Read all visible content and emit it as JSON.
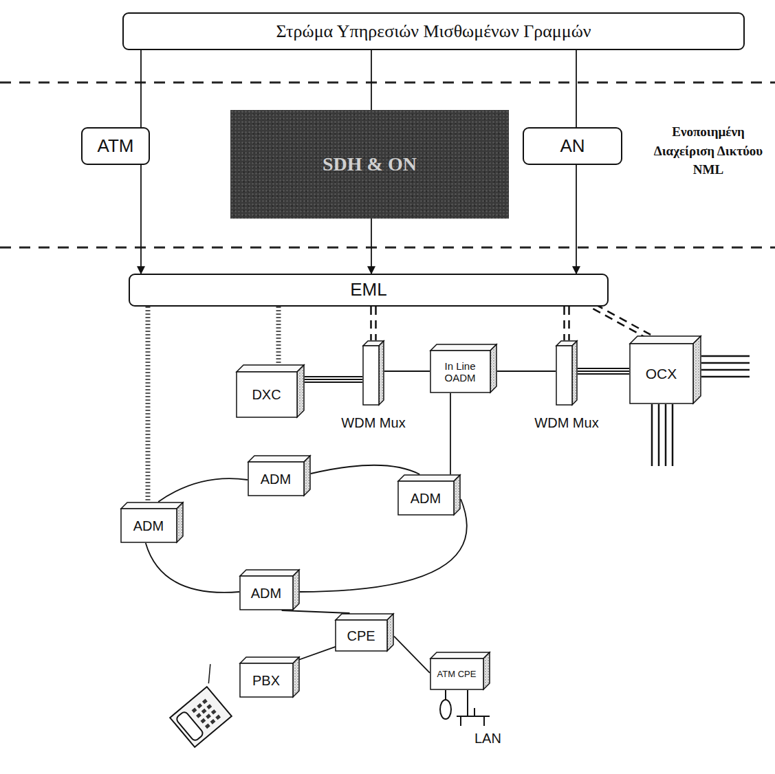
{
  "diagram": {
    "nodes": [
      {
        "text": [
          "Στρώμα Υπηρεσιών Μισθωμένων Γραμμών"
        ]
      },
      {
        "text": [
          "ATM"
        ]
      },
      {
        "text": [
          "SDH & ON"
        ]
      },
      {
        "text": [
          "AN"
        ]
      },
      {
        "text": [
          "EML"
        ]
      },
      {
        "text": [
          "DXC"
        ]
      },
      {
        "text": [
          "WDM Mux"
        ]
      },
      {
        "text": [
          "In Line OADM"
        ]
      },
      {
        "text": [
          "WDM Mux"
        ]
      },
      {
        "text": [
          "OCX"
        ]
      },
      {
        "text": [
          "ADM"
        ]
      },
      {
        "text": [
          "ADM"
        ]
      },
      {
        "text": [
          "ADM"
        ]
      },
      {
        "text": [
          "ADM"
        ]
      },
      {
        "text": [
          "CPE"
        ]
      },
      {
        "text": [
          "PBX"
        ]
      },
      {
        "text": [
          "ATM CPE"
        ]
      }
    ],
    "edges": [
      {
        "from": 0,
        "to": 1,
        "arrow": "none"
      },
      {
        "from": 0,
        "to": 2,
        "arrow": "none"
      },
      {
        "from": 0,
        "to": 3,
        "arrow": "none"
      },
      {
        "from": 1,
        "to": 4,
        "arrow": "to"
      },
      {
        "from": 2,
        "to": 4,
        "arrow": "to"
      },
      {
        "from": 3,
        "to": 4,
        "arrow": "to"
      },
      {
        "from": 4,
        "to": 10,
        "arrow": "none"
      },
      {
        "from": 4,
        "to": 5,
        "arrow": "none"
      },
      {
        "from": 4,
        "to": 6,
        "arrow": "none"
      },
      {
        "from": 4,
        "to": 8,
        "arrow": "none"
      },
      {
        "from": 4,
        "to": 9,
        "arrow": "none"
      },
      {
        "from": 5,
        "to": 6,
        "arrow": "none"
      },
      {
        "from": 6,
        "to": 7,
        "arrow": "none"
      },
      {
        "from": 7,
        "to": 8,
        "arrow": "none"
      },
      {
        "from": 8,
        "to": 9,
        "arrow": "none"
      },
      {
        "from": 7,
        "to": 12,
        "arrow": "none"
      },
      {
        "from": 10,
        "to": 11,
        "arrow": "none"
      },
      {
        "from": 11,
        "to": 12,
        "arrow": "none"
      },
      {
        "from": 12,
        "to": 13,
        "arrow": "none"
      },
      {
        "from": 13,
        "to": 10,
        "arrow": "none"
      },
      {
        "from": 13,
        "to": 14,
        "arrow": "none"
      },
      {
        "from": 14,
        "to": 15,
        "arrow": "none"
      },
      {
        "from": 14,
        "to": 16,
        "arrow": "none"
      }
    ],
    "labels": [
      "Ενοποιημένη Διαχείριση Δικτύου NML",
      "LAN"
    ]
  }
}
